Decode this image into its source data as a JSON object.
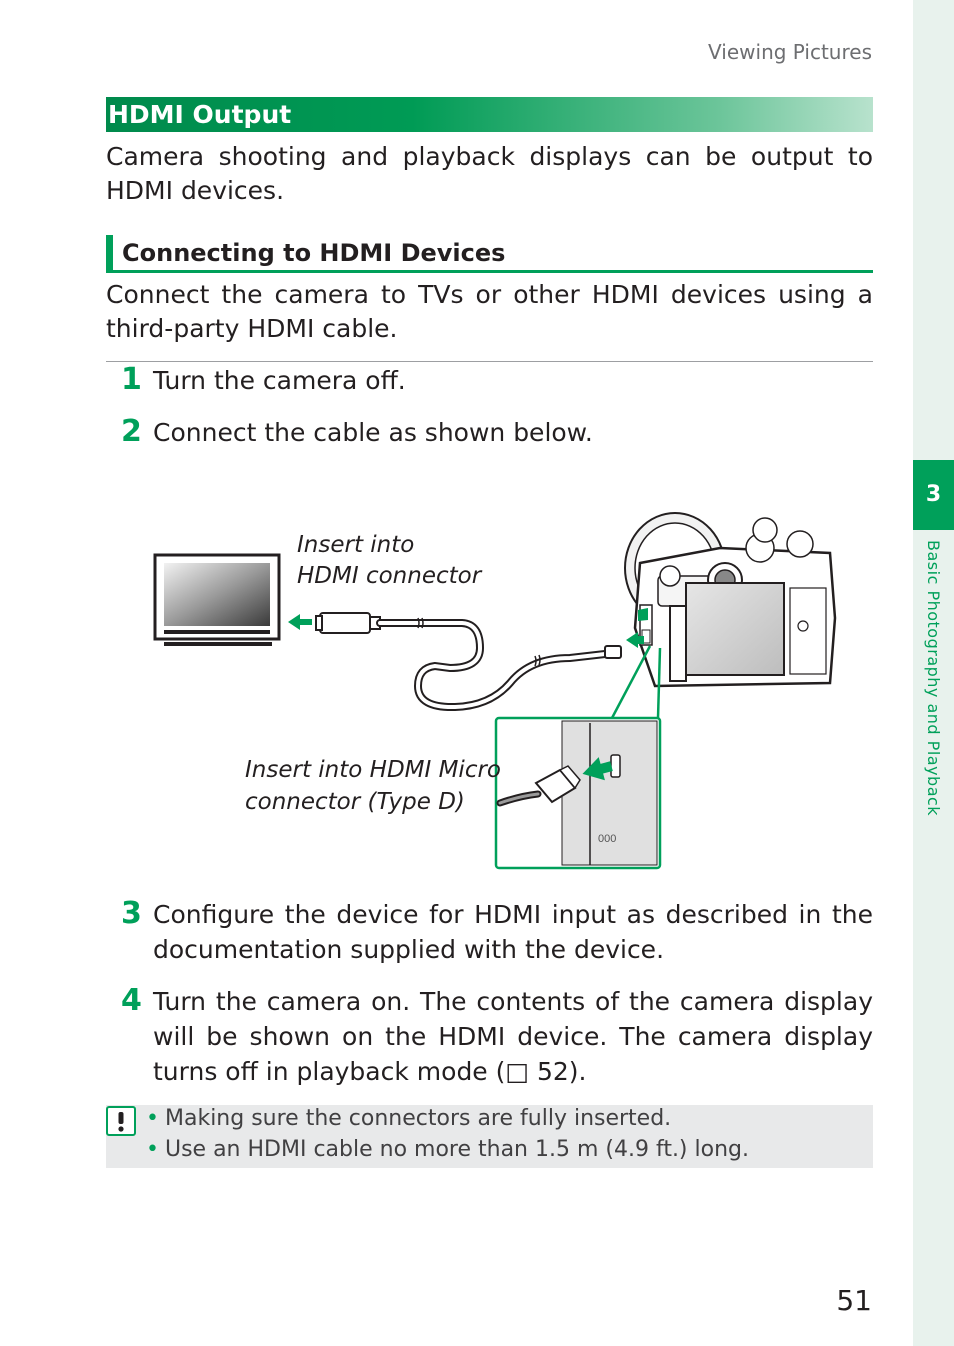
{
  "header": {
    "section": "Viewing Pictures"
  },
  "section": {
    "title": "HDMI Output",
    "intro": "Camera shooting and playback displays can be output to HDMI devices."
  },
  "subsection": {
    "title": "Connecting to HDMI Devices",
    "text": "Connect the camera to TVs or other HDMI devices using a third-party HDMI cable."
  },
  "steps": [
    {
      "num": "1",
      "text": "Turn the camera off."
    },
    {
      "num": "2",
      "text": "Connect the cable as shown below."
    },
    {
      "num": "3",
      "text": "Configure the device for HDMI input as described in the documentation supplied with the device."
    },
    {
      "num": "4",
      "text": "Turn the camera on. The contents of the camera display will be shown on the HDMI device. The camera display turns off in playback mode (□ 52)."
    }
  ],
  "diagram": {
    "caption_top_line1": "Insert into",
    "caption_top_line2": "HDMI connector",
    "caption_bottom_line1": "Insert into HDMI Micro",
    "caption_bottom_line2": "connector (Type D)"
  },
  "notes": [
    "Making sure the connectors are fully inserted.",
    "Use an HDMI cable no more than 1.5 m (4.9 ft.) long."
  ],
  "sidebar": {
    "chapter": "3",
    "label": "Basic Photography and Playback"
  },
  "page_number": "51",
  "colors": {
    "accent": "#00a05a",
    "text": "#231f20",
    "note_bg": "#e8e9ea"
  }
}
